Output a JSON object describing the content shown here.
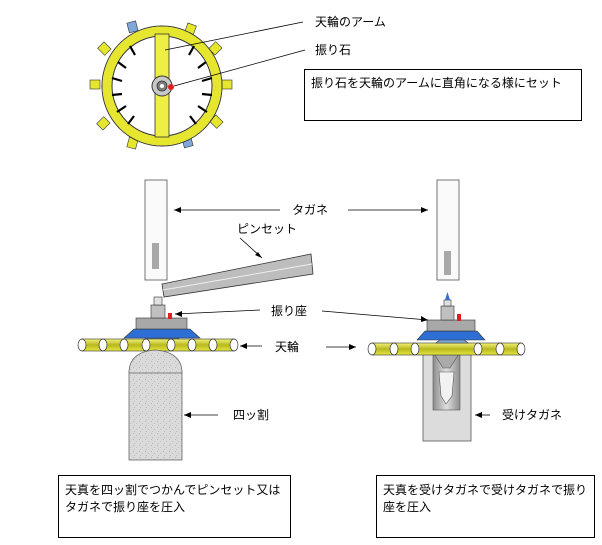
{
  "labels": {
    "tenpu_arm": "天輪のアーム",
    "furiishi": "振り石",
    "tagane": "タガネ",
    "pinset": "ピンセット",
    "furiza": "振り座",
    "tenpu": "天輪",
    "yotsuwari": "四ッ割",
    "uke_tagane": "受けタガネ"
  },
  "notes": {
    "top": "振り石を天輪のアームに直角になる様にセット",
    "bottom_left": "天真を四ッ割でつかんでピンセット又はタガネで振り座を圧入",
    "bottom_right": "天真を受けタガネで受けタガネで振り座を圧入"
  },
  "colors": {
    "balance_yellow": "#e6e62e",
    "arm_yellow": "#eeee44",
    "collet_blue": "#2e6fd6",
    "roller_blue": "#7fa8d8",
    "jewel_red": "#e02020",
    "block_gray": "#dcdcdc"
  }
}
